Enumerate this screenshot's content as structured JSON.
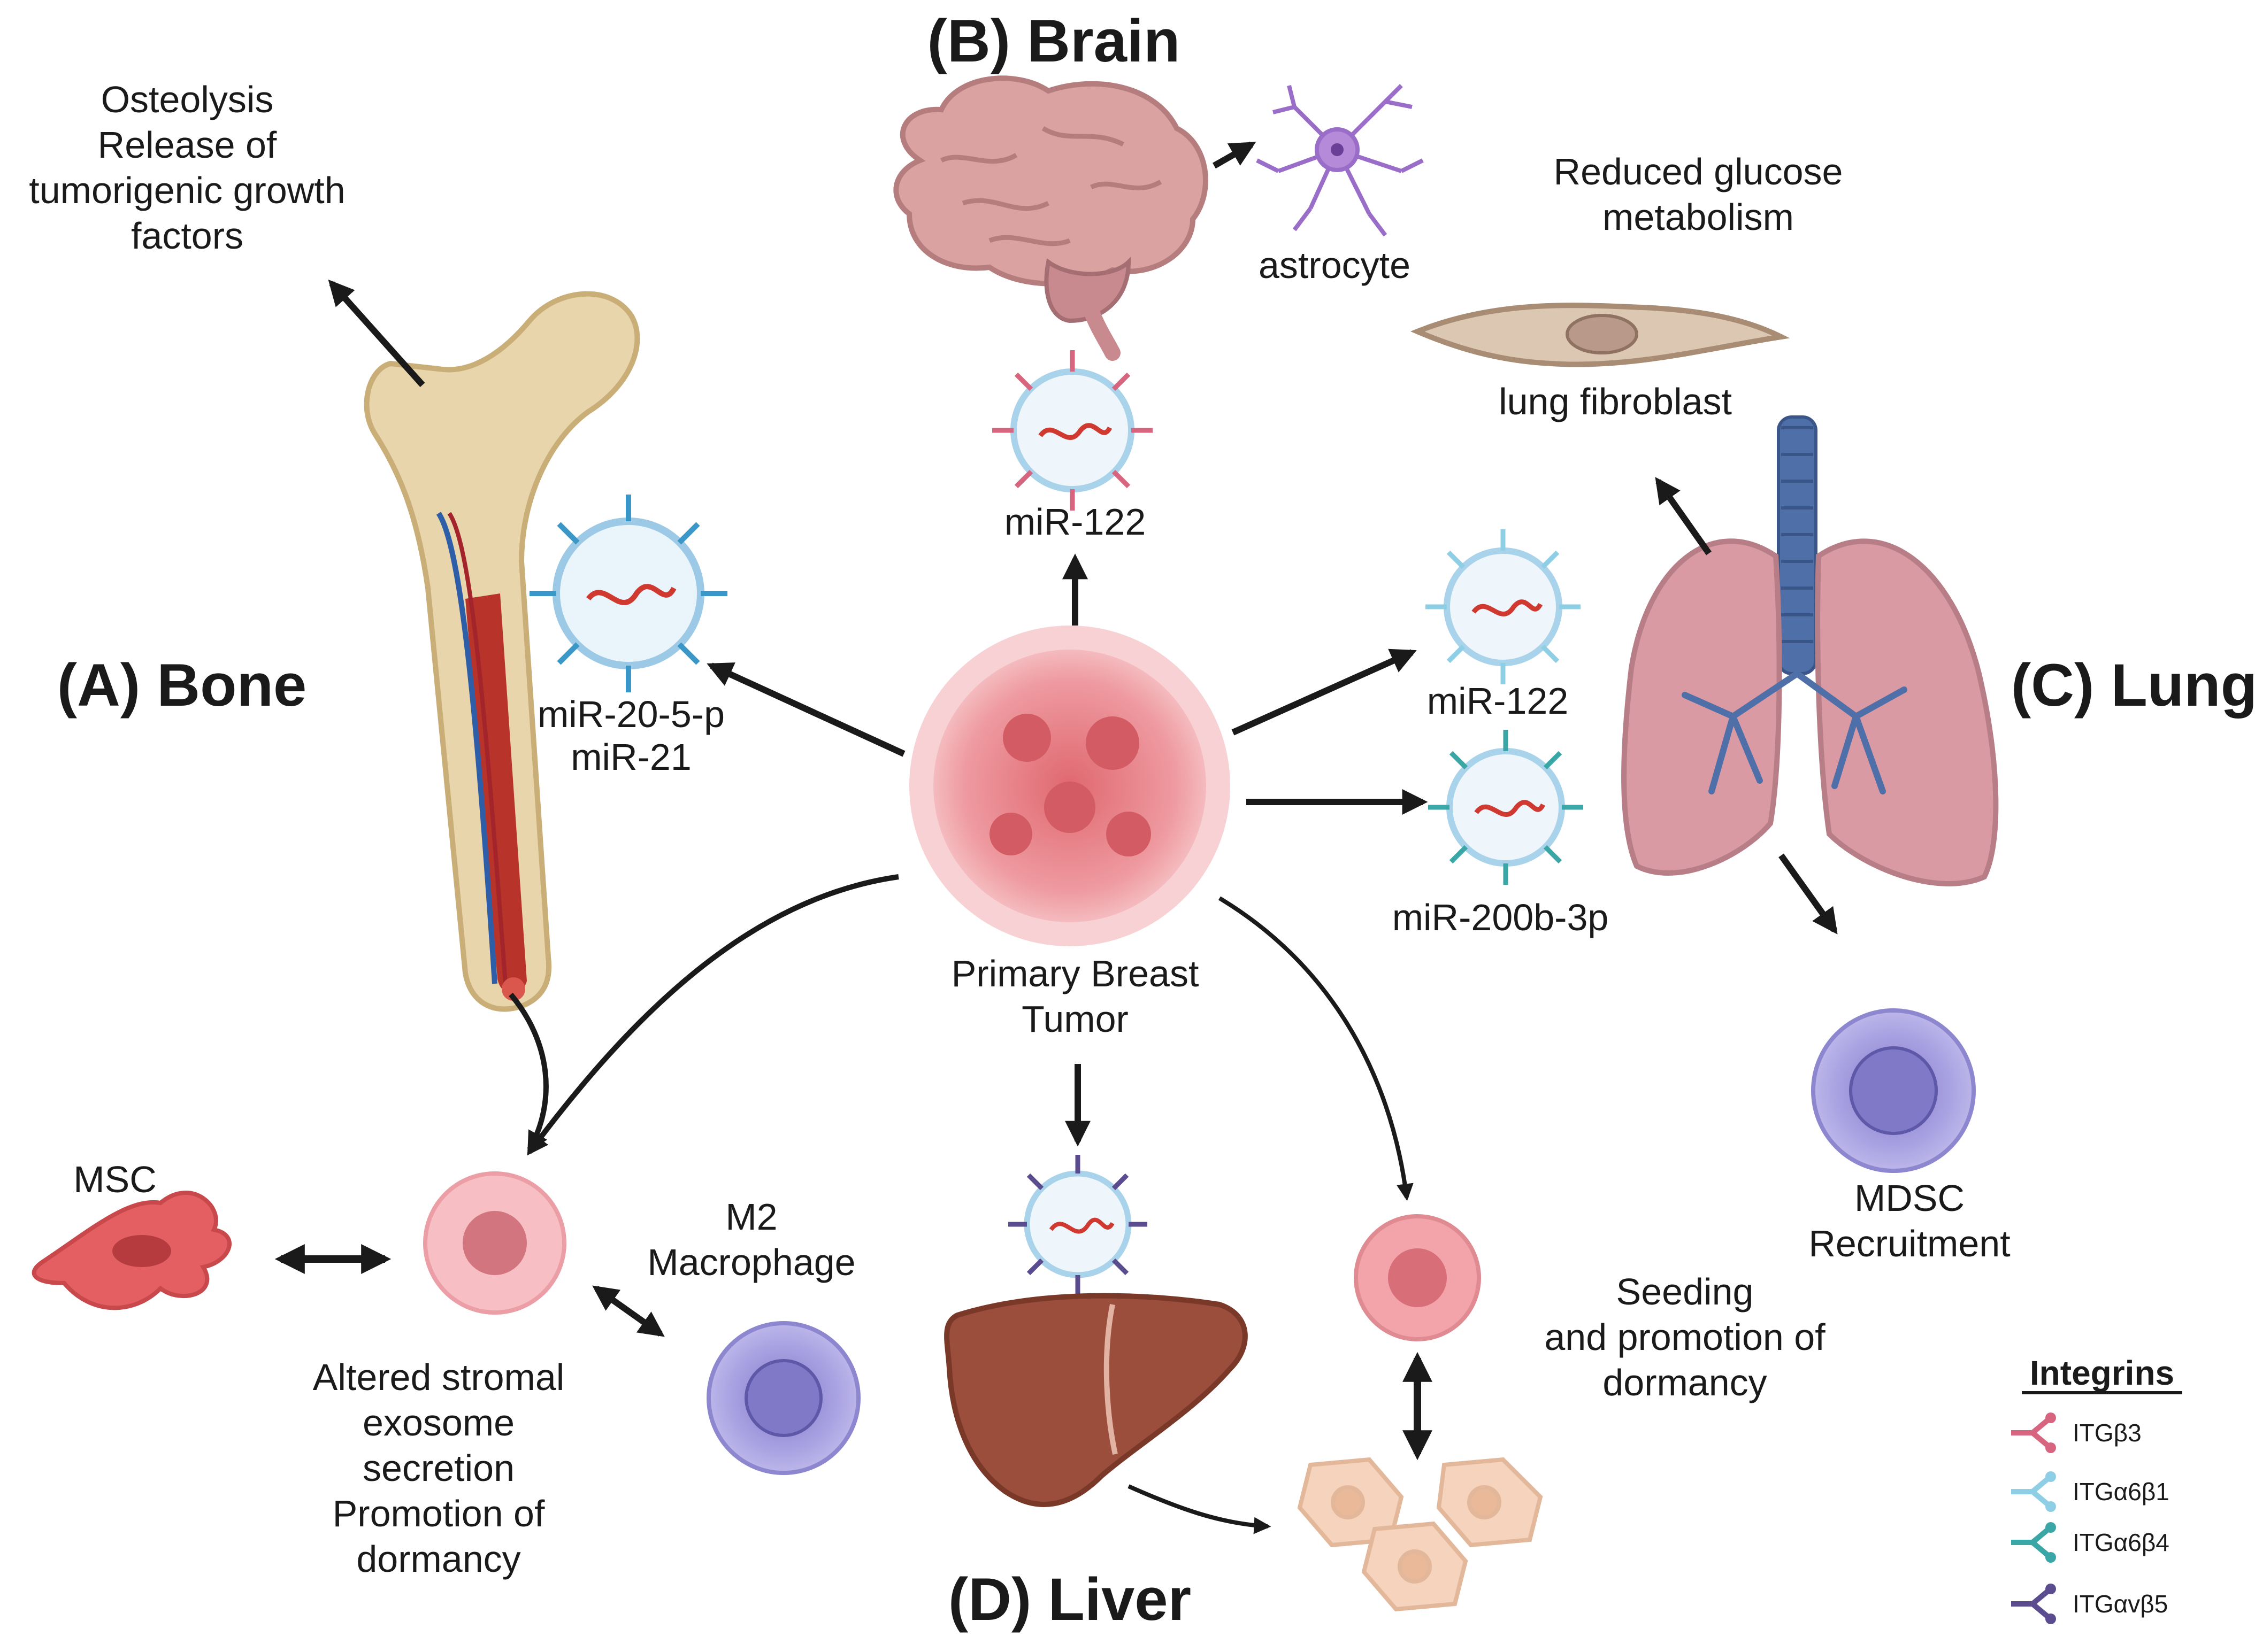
{
  "regions": {
    "bone": "(A) Bone",
    "brain": "(B) Brain",
    "lung": "(C) Lung",
    "liver": "(D) Liver"
  },
  "bone_effects": [
    "Osteolysis",
    "Release of",
    "tumorigenic growth",
    "factors"
  ],
  "brain_target": "astrocyte",
  "lung_effect": [
    "Reduced glucose",
    "metabolism"
  ],
  "lung_target": "lung fibroblast",
  "tumor": [
    "Primary Breast",
    "Tumor"
  ],
  "mirna": {
    "bone": [
      "miR-20-5-p",
      "miR-21"
    ],
    "brain": "miR-122",
    "lung_top": "miR-122",
    "lung_bottom": "miR-200b-3p"
  },
  "msc": "MSC",
  "macrophage": [
    "M2",
    "Macrophage"
  ],
  "stromal": [
    "Altered stromal",
    "exosome",
    "secretion",
    "Promotion of",
    "dormancy"
  ],
  "mdsc": [
    "MDSC",
    "Recruitment"
  ],
  "seeding": [
    "Seeding",
    "and promotion of",
    "dormancy"
  ],
  "legend": {
    "title": "Integrins",
    "items": [
      "ITGβ3",
      "ITGα6β1",
      "ITGα6β4",
      "ITGαvβ5"
    ]
  },
  "colors": {
    "itg_b3": "#d8657f",
    "itg_a6b1": "#8fcfe6",
    "itg_a6b4": "#3aa6a6",
    "itg_avb5": "#5a4c8e",
    "bone": "#e8d3a8",
    "tumor": "#e88a8f",
    "lung": "#d99aa3",
    "liver": "#9b4e3b",
    "macrophage": "#a9a3e0",
    "msc": "#e35f62"
  }
}
